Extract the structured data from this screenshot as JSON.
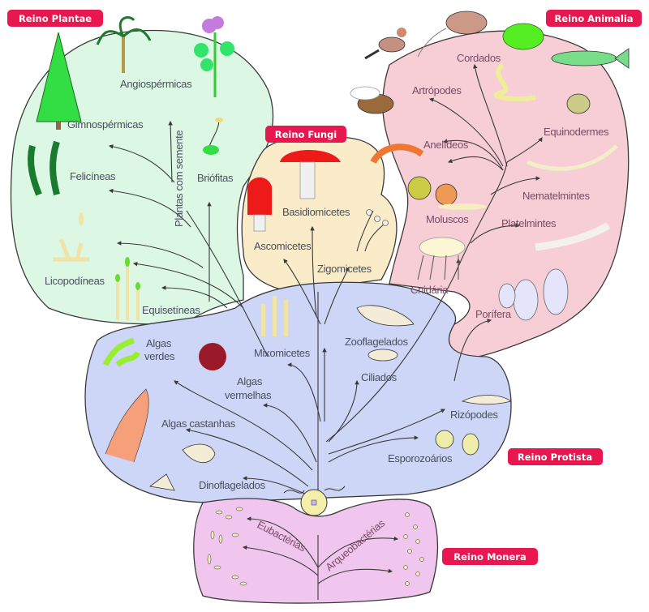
{
  "title": "Árvore filogenética dos cinco reinos",
  "colors": {
    "badge": "#e8174f",
    "plantae_fill": "#dcf7e4",
    "animalia_fill": "#f7cdd6",
    "fungi_fill": "#faecc9",
    "protista_fill": "#cdd6f7",
    "monera_fill": "#f1c6ee"
  },
  "kingdoms": {
    "plantae": {
      "badge": "Reino Plantae",
      "trunk_label": "Plantas com semente",
      "groups": [
        "Angiospérmicas",
        "Gimnospérmicas",
        "Felicíneas",
        "Briófitas",
        "Licopodíneas",
        "Equisetíneas"
      ]
    },
    "animalia": {
      "badge": "Reino Animalia",
      "groups": [
        "Cordados",
        "Artrópodes",
        "Equinodermes",
        "Anelídeos",
        "Nematelmintes",
        "Moluscos",
        "Platelmintes",
        "Cnidária",
        "Porífera"
      ]
    },
    "fungi": {
      "badge": "Reino Fungi",
      "groups": [
        "Basidiomicetes",
        "Ascomicetes",
        "Zigomicetes"
      ]
    },
    "protista": {
      "badge": "Reino Protista",
      "groups": [
        "Algas",
        "verdes",
        "Algas",
        "vermelhas",
        "Mixomicetes",
        "Zooflagelados",
        "Ciliados",
        "Algas castanhas",
        "Rizópodes",
        "Esporozoários",
        "Dinoflagelados"
      ]
    },
    "monera": {
      "badge": "Reino Monera",
      "groups": [
        "Eubactérias",
        "Arqueobactérias"
      ]
    }
  }
}
